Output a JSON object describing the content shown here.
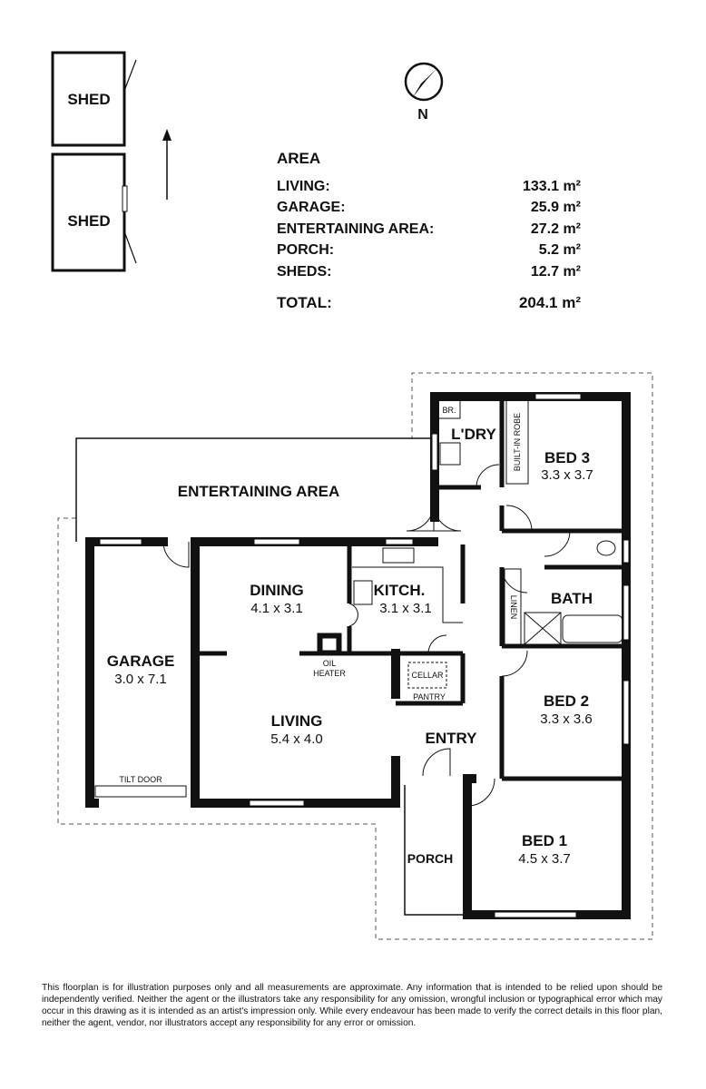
{
  "sheds": [
    "SHED",
    "SHED"
  ],
  "compass": {
    "label": "N"
  },
  "area_table": {
    "title": "AREA",
    "rows": [
      {
        "label": "LIVING:",
        "value": "133.1 m²"
      },
      {
        "label": "GARAGE:",
        "value": "25.9 m²"
      },
      {
        "label": "ENTERTAINING AREA:",
        "value": "27.2 m²"
      },
      {
        "label": "PORCH:",
        "value": "5.2 m²"
      },
      {
        "label": "SHEDS:",
        "value": "12.7 m²"
      }
    ],
    "total": {
      "label": "TOTAL:",
      "value": "204.1 m²"
    }
  },
  "rooms": {
    "entertaining": {
      "name": "ENTERTAINING AREA"
    },
    "garage": {
      "name": "GARAGE",
      "dim": "3.0 x 7.1"
    },
    "dining": {
      "name": "DINING",
      "dim": "4.1 x 3.1"
    },
    "kitchen": {
      "name": "KITCH.",
      "dim": "3.1 x 3.1"
    },
    "living": {
      "name": "LIVING",
      "dim": "5.4 x 4.0"
    },
    "laundry": {
      "name": "L'DRY"
    },
    "bed3": {
      "name": "BED 3",
      "dim": "3.3 x 3.7"
    },
    "bath": {
      "name": "BATH"
    },
    "bed2": {
      "name": "BED 2",
      "dim": "3.3 x 3.6"
    },
    "entry": {
      "name": "ENTRY"
    },
    "bed1": {
      "name": "BED 1",
      "dim": "4.5 x 3.7"
    },
    "porch": {
      "name": "PORCH"
    }
  },
  "fixtures": {
    "br": "BR.",
    "robe": "BUILT-IN ROBE",
    "linen": "LINEN",
    "oil_heater": [
      "OIL",
      "HEATER"
    ],
    "cellar": "CELLAR",
    "pantry": "PANTRY",
    "tilt_door": "TILT DOOR"
  },
  "disclaimer": "This floorplan is for illustration purposes only and all measurements are approximate. Any information that is intended to be relied upon should be independently verified. Neither the agent or the illustrators take any responsibility for any omission, wrongful inclusion or typographical error which may occur in this drawing as it is intended as an artist's impression only. While every endeavour has been made to verify the correct details in this floor plan, neither the agent, vendor, nor illustrators accept any responsibility for any error or omission."
}
